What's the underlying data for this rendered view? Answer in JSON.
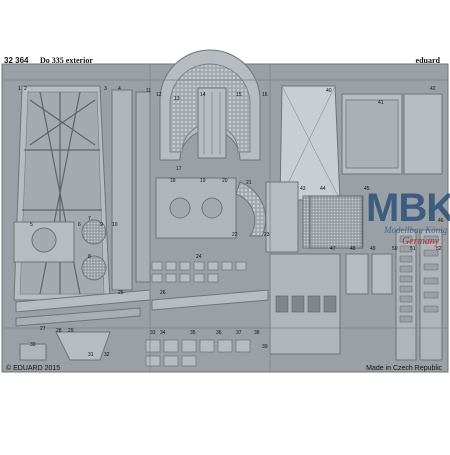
{
  "sheet": {
    "code": "32 364",
    "title": "Do 335 exterior",
    "brand": "eduard",
    "copyright": "© EDUARD 2015",
    "origin": "Made in Czech Republic"
  },
  "watermark": {
    "logo": "MBK",
    "line1": "Modellbau König",
    "line2": "Germany"
  },
  "part_numbers": [
    "1",
    "2",
    "3",
    "4",
    "5",
    "6",
    "7",
    "8",
    "9",
    "10",
    "11",
    "12",
    "13",
    "14",
    "15",
    "16",
    "17",
    "18",
    "19",
    "20",
    "21",
    "22",
    "23",
    "24",
    "25",
    "26",
    "27",
    "28",
    "29",
    "30",
    "31",
    "32",
    "33",
    "34",
    "35",
    "36",
    "37",
    "38",
    "39",
    "40",
    "41",
    "42",
    "43",
    "44",
    "45",
    "46",
    "47",
    "48",
    "49",
    "50",
    "51",
    "52"
  ],
  "colors": {
    "fret": "#9aa0a6",
    "fret_dark": "#6f7479",
    "fret_light": "#c9ced2",
    "logo_blue": "#284e78",
    "logo_red": "#c81e28"
  }
}
